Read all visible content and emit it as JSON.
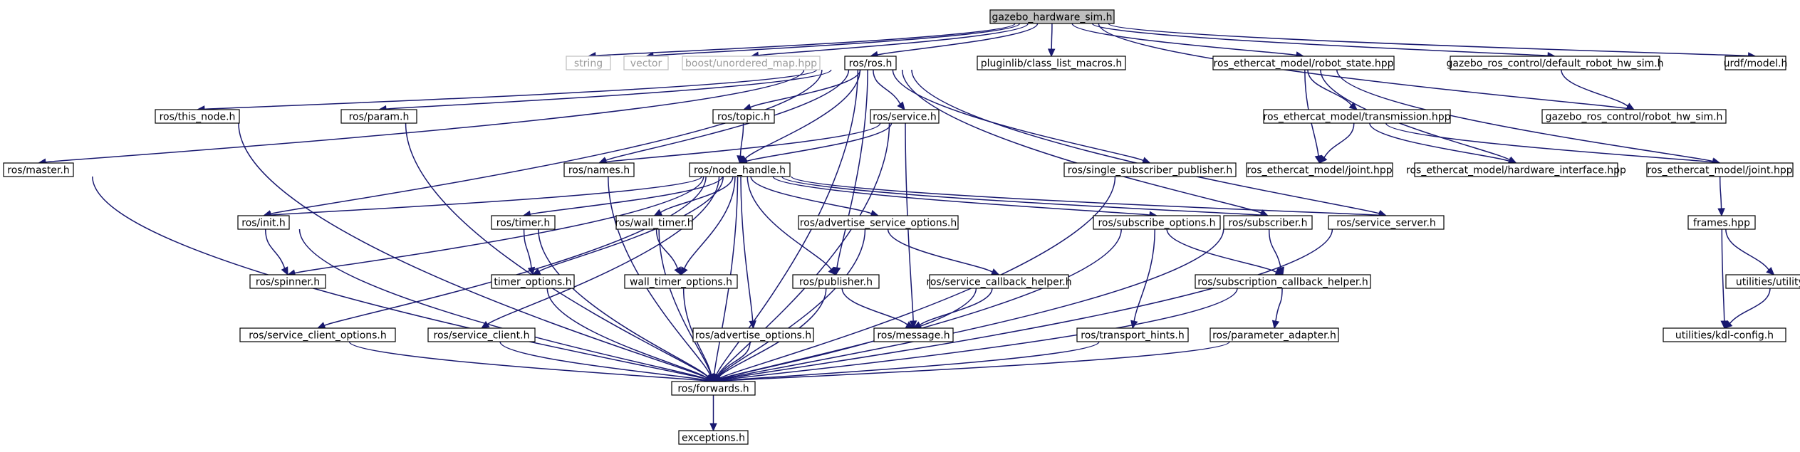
{
  "title": "",
  "nodes": [
    {
      "id": "root",
      "label": "gazebo_hardware_sim.h",
      "kind": "root"
    },
    {
      "id": "string",
      "label": "string",
      "kind": "ext"
    },
    {
      "id": "vector",
      "label": "vector",
      "kind": "ext"
    },
    {
      "id": "boost_map",
      "label": "boost/unordered_map.hpp",
      "kind": "ext"
    },
    {
      "id": "ros_h",
      "label": "ros/ros.h",
      "kind": "normal"
    },
    {
      "id": "pluginlib",
      "label": "pluginlib/class_list_macros.h",
      "kind": "normal"
    },
    {
      "id": "robot_state",
      "label": "ros_ethercat_model/robot_state.hpp",
      "kind": "normal"
    },
    {
      "id": "default_hw",
      "label": "gazebo_ros_control/default_robot_hw_sim.h",
      "kind": "normal"
    },
    {
      "id": "urdf",
      "label": "urdf/model.h",
      "kind": "normal"
    },
    {
      "id": "this_node",
      "label": "ros/this_node.h",
      "kind": "normal"
    },
    {
      "id": "param",
      "label": "ros/param.h",
      "kind": "normal"
    },
    {
      "id": "topic",
      "label": "ros/topic.h",
      "kind": "normal"
    },
    {
      "id": "service",
      "label": "ros/service.h",
      "kind": "normal"
    },
    {
      "id": "transmission",
      "label": "ros_ethercat_model/transmission.hpp",
      "kind": "normal"
    },
    {
      "id": "robot_hw_sim",
      "label": "gazebo_ros_control/robot_hw_sim.h",
      "kind": "normal"
    },
    {
      "id": "master",
      "label": "ros/master.h",
      "kind": "normal"
    },
    {
      "id": "names",
      "label": "ros/names.h",
      "kind": "normal"
    },
    {
      "id": "node_handle",
      "label": "ros/node_handle.h",
      "kind": "normal"
    },
    {
      "id": "single_sub",
      "label": "ros/single_subscriber_publisher.h",
      "kind": "normal"
    },
    {
      "id": "joint_a",
      "label": "ros_ethercat_model/joint.hpp",
      "kind": "normal"
    },
    {
      "id": "hw_iface",
      "label": "ros_ethercat_model/hardware_interface.hpp",
      "kind": "normal"
    },
    {
      "id": "joint_b",
      "label": "ros_ethercat_model/joint.hpp",
      "kind": "normal"
    },
    {
      "id": "init",
      "label": "ros/init.h",
      "kind": "normal"
    },
    {
      "id": "timer",
      "label": "ros/timer.h",
      "kind": "normal"
    },
    {
      "id": "wall_timer",
      "label": "ros/wall_timer.h",
      "kind": "normal"
    },
    {
      "id": "adv_srv_opts",
      "label": "ros/advertise_service_options.h",
      "kind": "normal"
    },
    {
      "id": "sub_opts",
      "label": "ros/subscribe_options.h",
      "kind": "normal"
    },
    {
      "id": "subscriber",
      "label": "ros/subscriber.h",
      "kind": "normal"
    },
    {
      "id": "service_server",
      "label": "ros/service_server.h",
      "kind": "normal"
    },
    {
      "id": "frames",
      "label": "frames.hpp",
      "kind": "normal"
    },
    {
      "id": "spinner",
      "label": "ros/spinner.h",
      "kind": "normal"
    },
    {
      "id": "timer_opts",
      "label": "timer_options.h",
      "kind": "normal"
    },
    {
      "id": "wall_timer_opts",
      "label": "wall_timer_options.h",
      "kind": "normal"
    },
    {
      "id": "publisher",
      "label": "ros/publisher.h",
      "kind": "normal"
    },
    {
      "id": "srv_cb_helper",
      "label": "ros/service_callback_helper.h",
      "kind": "normal"
    },
    {
      "id": "sub_cb_helper",
      "label": "ros/subscription_callback_helper.h",
      "kind": "normal"
    },
    {
      "id": "utility",
      "label": "utilities/utility.h",
      "kind": "normal"
    },
    {
      "id": "srv_client_opts",
      "label": "ros/service_client_options.h",
      "kind": "normal"
    },
    {
      "id": "srv_client",
      "label": "ros/service_client.h",
      "kind": "normal"
    },
    {
      "id": "adv_opts",
      "label": "ros/advertise_options.h",
      "kind": "normal"
    },
    {
      "id": "message",
      "label": "ros/message.h",
      "kind": "normal"
    },
    {
      "id": "transport_hints",
      "label": "ros/transport_hints.h",
      "kind": "normal"
    },
    {
      "id": "param_adapter",
      "label": "ros/parameter_adapter.h",
      "kind": "normal"
    },
    {
      "id": "kdl_config",
      "label": "utilities/kdl-config.h",
      "kind": "normal"
    },
    {
      "id": "forwards",
      "label": "ros/forwards.h",
      "kind": "normal"
    },
    {
      "id": "exceptions",
      "label": "exceptions.h",
      "kind": "normal"
    }
  ],
  "edges": [
    [
      "root",
      "string"
    ],
    [
      "root",
      "vector"
    ],
    [
      "root",
      "boost_map"
    ],
    [
      "root",
      "ros_h"
    ],
    [
      "root",
      "pluginlib"
    ],
    [
      "root",
      "robot_state"
    ],
    [
      "root",
      "default_hw"
    ],
    [
      "root",
      "urdf"
    ],
    [
      "root",
      "robot_hw_sim"
    ],
    [
      "ros_h",
      "this_node"
    ],
    [
      "ros_h",
      "param"
    ],
    [
      "ros_h",
      "topic"
    ],
    [
      "ros_h",
      "service"
    ],
    [
      "ros_h",
      "master"
    ],
    [
      "ros_h",
      "names"
    ],
    [
      "ros_h",
      "node_handle"
    ],
    [
      "ros_h",
      "single_sub"
    ],
    [
      "ros_h",
      "init"
    ],
    [
      "ros_h",
      "publisher"
    ],
    [
      "ros_h",
      "subscriber"
    ],
    [
      "ros_h",
      "service_server"
    ],
    [
      "ros_h",
      "forwards"
    ],
    [
      "this_node",
      "forwards"
    ],
    [
      "param",
      "forwards"
    ],
    [
      "master",
      "forwards"
    ],
    [
      "topic",
      "node_handle"
    ],
    [
      "service",
      "names"
    ],
    [
      "service",
      "node_handle"
    ],
    [
      "service",
      "message"
    ],
    [
      "service",
      "forwards"
    ],
    [
      "names",
      "forwards"
    ],
    [
      "node_handle",
      "forwards"
    ],
    [
      "node_handle",
      "init"
    ],
    [
      "node_handle",
      "spinner"
    ],
    [
      "node_handle",
      "timer"
    ],
    [
      "node_handle",
      "wall_timer"
    ],
    [
      "node_handle",
      "timer_opts"
    ],
    [
      "node_handle",
      "wall_timer_opts"
    ],
    [
      "node_handle",
      "publisher"
    ],
    [
      "node_handle",
      "adv_srv_opts"
    ],
    [
      "node_handle",
      "sub_opts"
    ],
    [
      "node_handle",
      "subscriber"
    ],
    [
      "node_handle",
      "service_server"
    ],
    [
      "node_handle",
      "srv_client_opts"
    ],
    [
      "node_handle",
      "srv_client"
    ],
    [
      "node_handle",
      "adv_opts"
    ],
    [
      "single_sub",
      "forwards"
    ],
    [
      "init",
      "spinner"
    ],
    [
      "init",
      "forwards"
    ],
    [
      "timer",
      "timer_opts"
    ],
    [
      "timer",
      "forwards"
    ],
    [
      "timer_opts",
      "forwards"
    ],
    [
      "wall_timer",
      "wall_timer_opts"
    ],
    [
      "wall_timer",
      "forwards"
    ],
    [
      "wall_timer_opts",
      "forwards"
    ],
    [
      "publisher",
      "message"
    ],
    [
      "publisher",
      "forwards"
    ],
    [
      "adv_srv_opts",
      "srv_cb_helper"
    ],
    [
      "adv_srv_opts",
      "forwards"
    ],
    [
      "srv_cb_helper",
      "message"
    ],
    [
      "srv_cb_helper",
      "forwards"
    ],
    [
      "sub_opts",
      "sub_cb_helper"
    ],
    [
      "sub_opts",
      "transport_hints"
    ],
    [
      "sub_opts",
      "forwards"
    ],
    [
      "subscriber",
      "sub_cb_helper"
    ],
    [
      "subscriber",
      "forwards"
    ],
    [
      "service_server",
      "forwards"
    ],
    [
      "sub_cb_helper",
      "param_adapter"
    ],
    [
      "sub_cb_helper",
      "forwards"
    ],
    [
      "param_adapter",
      "forwards"
    ],
    [
      "transport_hints",
      "forwards"
    ],
    [
      "srv_client_opts",
      "forwards"
    ],
    [
      "srv_client",
      "forwards"
    ],
    [
      "adv_opts",
      "forwards"
    ],
    [
      "forwards",
      "exceptions"
    ],
    [
      "robot_state",
      "transmission"
    ],
    [
      "robot_state",
      "joint_a"
    ],
    [
      "robot_state",
      "hw_iface"
    ],
    [
      "robot_state",
      "joint_b"
    ],
    [
      "transmission",
      "joint_a"
    ],
    [
      "transmission",
      "hw_iface"
    ],
    [
      "transmission",
      "joint_b"
    ],
    [
      "default_hw",
      "robot_hw_sim"
    ],
    [
      "joint_b",
      "frames"
    ],
    [
      "frames",
      "utility"
    ],
    [
      "frames",
      "kdl_config"
    ],
    [
      "utility",
      "kdl_config"
    ]
  ]
}
